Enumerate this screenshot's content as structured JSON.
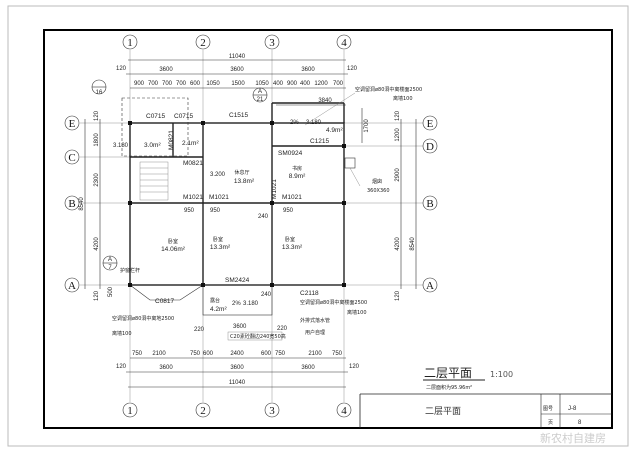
{
  "drawing": {
    "axes_x": [
      "1",
      "2",
      "3",
      "4"
    ],
    "axes_y": {
      "E": "E",
      "D": "D",
      "C": "C",
      "B": "B",
      "A": "A"
    },
    "dims_top": {
      "total": "11040",
      "edge": "120",
      "spans": [
        "3600",
        "3600",
        "3600"
      ],
      "detail": [
        "900",
        "700",
        "700",
        "700",
        "600",
        "1050",
        "1500",
        "1050",
        "400",
        "900",
        "400",
        "1200",
        "700"
      ],
      "dim_3840": "3840"
    },
    "dims_bottom": {
      "total": "11040",
      "edge": "120",
      "spans": [
        "3600",
        "3600",
        "3600"
      ],
      "detail": [
        "750",
        "2100",
        "750",
        "600",
        "2400",
        "600",
        "750",
        "2100",
        "750"
      ]
    },
    "dims_left": {
      "total": "8540",
      "edge": "120",
      "spans": [
        "1800",
        "2300",
        "4200"
      ],
      "extra": "500"
    },
    "dims_right": {
      "total": "8540",
      "edge": "120",
      "spans": [
        "1200",
        "2900",
        "4200"
      ],
      "extra": "1700"
    },
    "rooms": [
      {
        "name": "",
        "area": "3.0m²"
      },
      {
        "name": "",
        "area": "2.1m²"
      },
      {
        "name": "休息厅",
        "area": "13.8m²"
      },
      {
        "name": "书房",
        "area": "8.9m²"
      },
      {
        "name": "",
        "area": "4.9m²"
      },
      {
        "name": "卧室",
        "area": "14.06m²"
      },
      {
        "name": "卧室",
        "area": "13.3m²"
      },
      {
        "name": "卧室",
        "area": "13.3m²"
      },
      {
        "name": "露台",
        "area": "4.2m²"
      }
    ],
    "openings": [
      "C0715",
      "C0715",
      "C1515",
      "C1215",
      "M0821",
      "M0821",
      "SM0924",
      "M1021",
      "M1021",
      "M1021",
      "M1021",
      "SM2424",
      "C2118",
      "C0817"
    ],
    "small_dims": [
      "950",
      "950",
      "950",
      "240",
      "240",
      "220",
      "220",
      "3600",
      "2%",
      "2%"
    ],
    "levels": [
      "3.180",
      "3.200",
      "3.180",
      "3.180"
    ],
    "notes": {
      "ac_hole_top": "空调留洞ø80洞中离楼面2500",
      "ac_wall_top": "离墙100",
      "ac_hole_right": "空调留洞ø80洞中离楼面2500",
      "ac_wall_right": "离墙100",
      "ac_hole_left": "空调留洞ø80洞中离地2500",
      "ac_wall_left": "离墙100",
      "flue": "烟囱",
      "flue_size": "360X360",
      "railing": "护窗栏杆",
      "beam": "C20素砼翻边240宽50高",
      "drain1": "外排式落水管",
      "drain2": "用户自理",
      "index_top": "16",
      "index_a21_top": "A",
      "index_a21_bot": "21",
      "index_a7_top": "A",
      "index_a7_bot": "7"
    },
    "title": "二层平面",
    "scale": "1:100",
    "area_note": "二层面积为95.96m²"
  },
  "title_block": {
    "name": "二层平面",
    "label_drawing_no": "图号",
    "drawing_no": "J-8",
    "label_page": "页",
    "page": "8"
  },
  "watermark": "新农村自建房"
}
